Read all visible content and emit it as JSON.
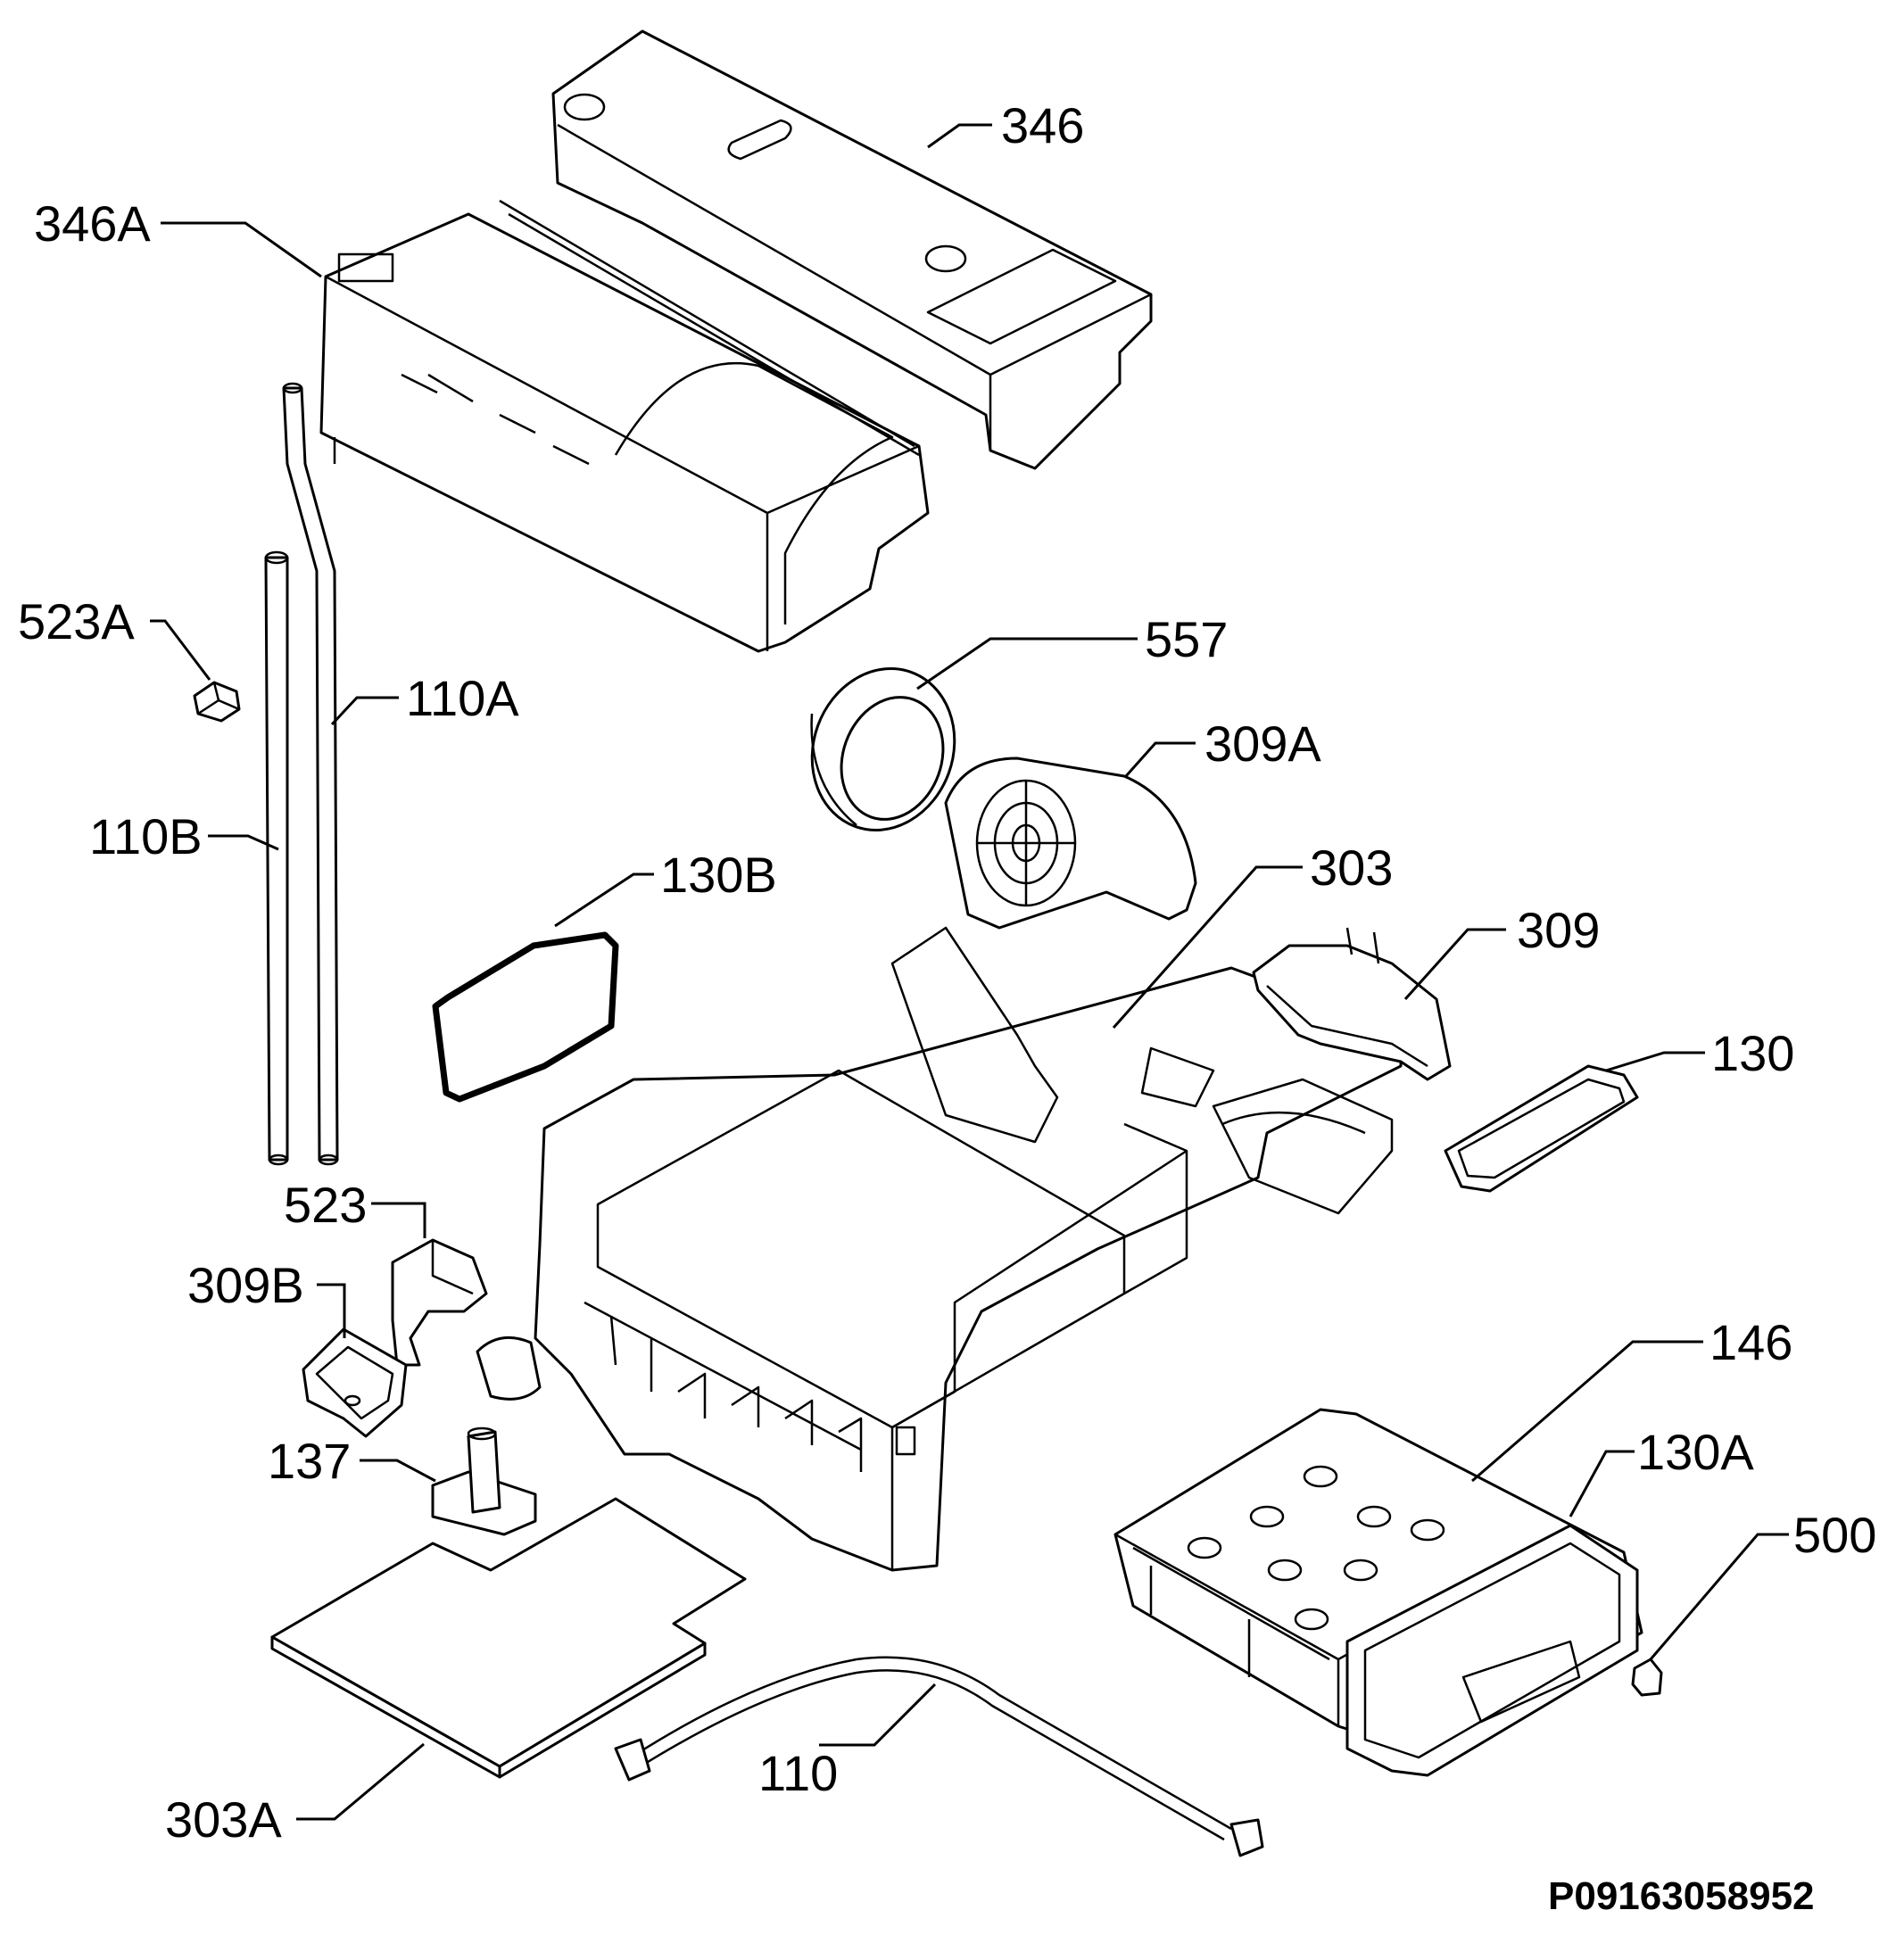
{
  "labels": {
    "l346": "346",
    "l346A": "346A",
    "l523A": "523A",
    "l110A": "110A",
    "l110B": "110B",
    "l557": "557",
    "l309A": "309A",
    "l130B": "130B",
    "l303": "303",
    "l309": "309",
    "l130": "130",
    "l523": "523",
    "l309B": "309B",
    "l146": "146",
    "l130A": "130A",
    "l500": "500",
    "l137": "137",
    "l110": "110",
    "l303A": "303A"
  },
  "drawing_code": "P09163058952"
}
